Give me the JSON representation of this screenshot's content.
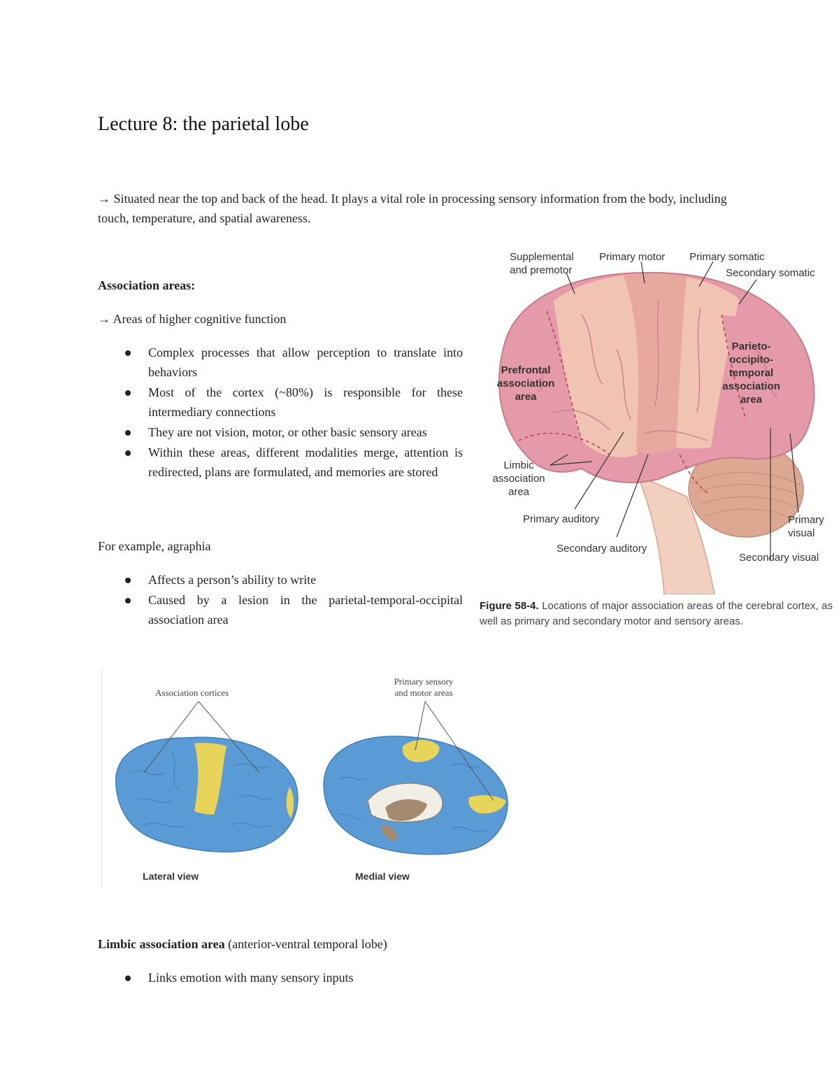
{
  "title": "Lecture 8: the parietal lobe",
  "intro": "→ Situated near the top and back of the head. It plays a vital role in processing sensory information from the body, including touch, temperature, and spatial awareness.",
  "association": {
    "heading": "Association areas:",
    "subline": "→ Areas of higher cognitive function",
    "bullets": [
      "Complex processes that allow perception to translate into behaviors",
      "Most of the cortex (~80%) is responsible for these intermediary connections",
      "They are not vision, motor, or other basic sensory areas",
      "Within these areas, different modalities merge, attention is redirected, plans are formulated, and memories are stored"
    ],
    "example": "For example, agraphia",
    "example_bullets": [
      "Affects a person’s ability to write",
      "Caused by a lesion in the parietal-temporal-occipital association area"
    ]
  },
  "figure1": {
    "labels": {
      "supplemental": "Supplemental\nand premotor",
      "primary_motor": "Primary motor",
      "primary_somatic": "Primary somatic",
      "secondary_somatic": "Secondary somatic",
      "prefrontal": "Prefrontal\nassociation\narea",
      "parieto": "Parieto-\noccipito-\ntemporal\nassociation\narea",
      "limbic": "Limbic\nassociation\narea",
      "primary_auditory": "Primary auditory",
      "secondary_auditory": "Secondary auditory",
      "primary_visual": "Primary\nvisual",
      "secondary_visual": "Secondary visual"
    },
    "caption_num": "Figure 58-4.",
    "caption_text": " Locations of major association areas of the cerebral cortex, as well as primary and secondary motor and sensory areas."
  },
  "figure2": {
    "assoc_label": "Association cortices",
    "primary_label": "Primary sensory\nand motor areas",
    "lateral": "Lateral view",
    "medial": "Medial view"
  },
  "limbic": {
    "heading": "Limbic association area",
    "paren": " (anterior-ventral temporal lobe)",
    "bullets": [
      "Links emotion with many sensory inputs"
    ]
  },
  "colors": {
    "brain_pink": "#e59aa9",
    "brain_light": "#f1c3b3",
    "brain_mid": "#e7a8a0",
    "cerebellum": "#dca891",
    "brainstem": "#f2cfbe",
    "cortex_blue": "#5b9bd5",
    "cortex_yellow": "#e8d35b"
  }
}
